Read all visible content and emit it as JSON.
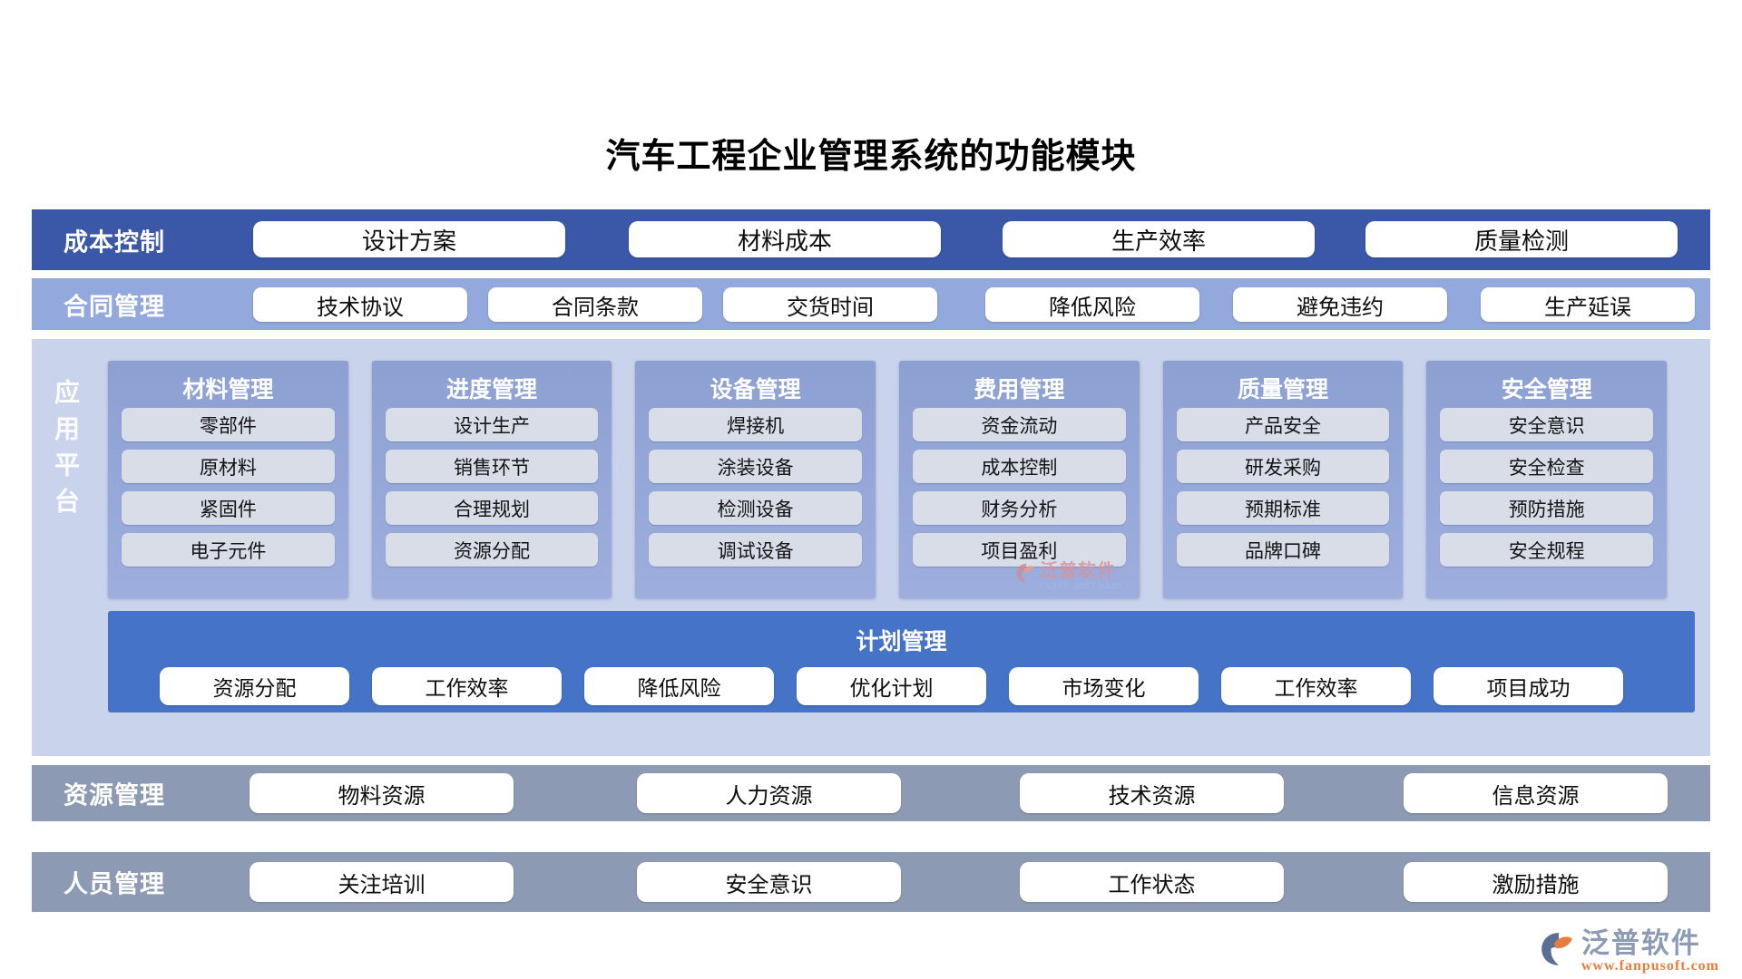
{
  "page": {
    "title": "汽车工程企业管理系统的功能模块"
  },
  "bands": {
    "cost": {
      "label": "成本控制",
      "items": [
        "设计方案",
        "材料成本",
        "生产效率",
        "质量检测"
      ]
    },
    "contract": {
      "label": "合同管理",
      "items": [
        "技术协议",
        "合同条款",
        "交货时间",
        "降低风险",
        "避免违约",
        "生产延误"
      ]
    },
    "resource": {
      "label": "资源管理",
      "items": [
        "物料资源",
        "人力资源",
        "技术资源",
        "信息资源"
      ]
    },
    "personnel": {
      "label": "人员管理",
      "items": [
        "关注培训",
        "安全意识",
        "工作状态",
        "激励措施"
      ]
    }
  },
  "platform": {
    "label": "应用平台",
    "columns": [
      {
        "title": "材料管理",
        "items": [
          "零部件",
          "原材料",
          "紧固件",
          "电子元件"
        ]
      },
      {
        "title": "进度管理",
        "items": [
          "设计生产",
          "销售环节",
          "合理规划",
          "资源分配"
        ]
      },
      {
        "title": "设备管理",
        "items": [
          "焊接机",
          "涂装设备",
          "检测设备",
          "调试设备"
        ]
      },
      {
        "title": "费用管理",
        "items": [
          "资金流动",
          "成本控制",
          "财务分析",
          "项目盈利"
        ]
      },
      {
        "title": "质量管理",
        "items": [
          "产品安全",
          "研发采购",
          "预期标准",
          "品牌口碑"
        ]
      },
      {
        "title": "安全管理",
        "items": [
          "安全意识",
          "安全检查",
          "预防措施",
          "安全规程"
        ]
      }
    ],
    "plan": {
      "title": "计划管理",
      "items": [
        "资源分配",
        "工作效率",
        "降低风险",
        "优化计划",
        "市场变化",
        "工作效率",
        "项目成功"
      ]
    }
  },
  "branding": {
    "watermark_text": "泛普软件",
    "watermark_sub": "FANPU SOFTWARE",
    "logo_text": "泛普软件",
    "logo_url": "www.fanpusoft.com"
  },
  "colors": {
    "cost_band": "#3A57A8",
    "contract_band": "#93A9DD",
    "panel": "#C9D3EC",
    "column": "#95A6D7",
    "column_item": "#D8DDE7",
    "plan_band": "#4573C8",
    "gray_band": "#8C9BB3",
    "brand_orange": "#E87E3E",
    "brand_gray_blue": "#8C9CB5"
  }
}
